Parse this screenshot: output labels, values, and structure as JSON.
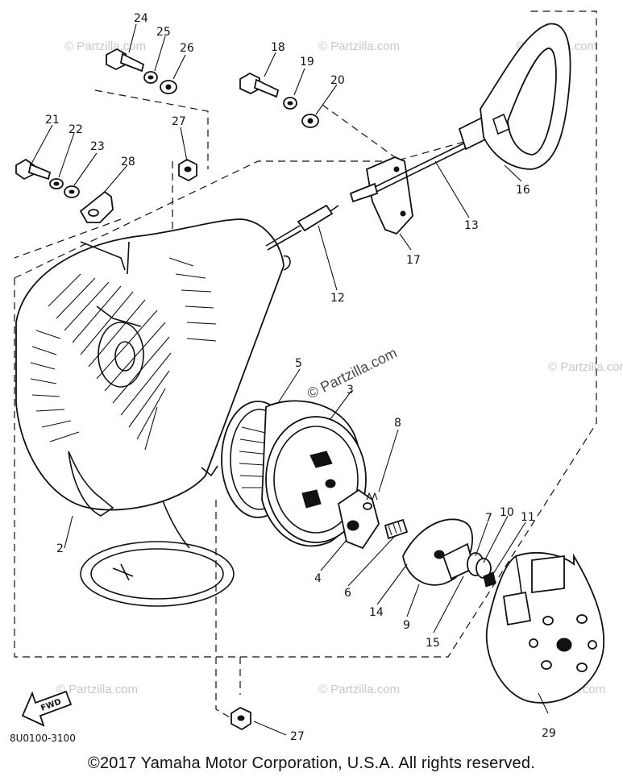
{
  "part_numbers": [
    "2",
    "3",
    "4",
    "5",
    "6",
    "7",
    "8",
    "9",
    "10",
    "11",
    "12",
    "13",
    "14",
    "15",
    "16",
    "17",
    "18",
    "19",
    "20",
    "21",
    "22",
    "23",
    "24",
    "25",
    "26",
    "27",
    "27",
    "28",
    "29"
  ],
  "diagram_code": "8U0100-3100",
  "fwd_label": "FWD",
  "watermark": "© Partzilla.com",
  "copyright": "©2017  Yamaha Motor Corporation, U.S.A. All rights reserved."
}
